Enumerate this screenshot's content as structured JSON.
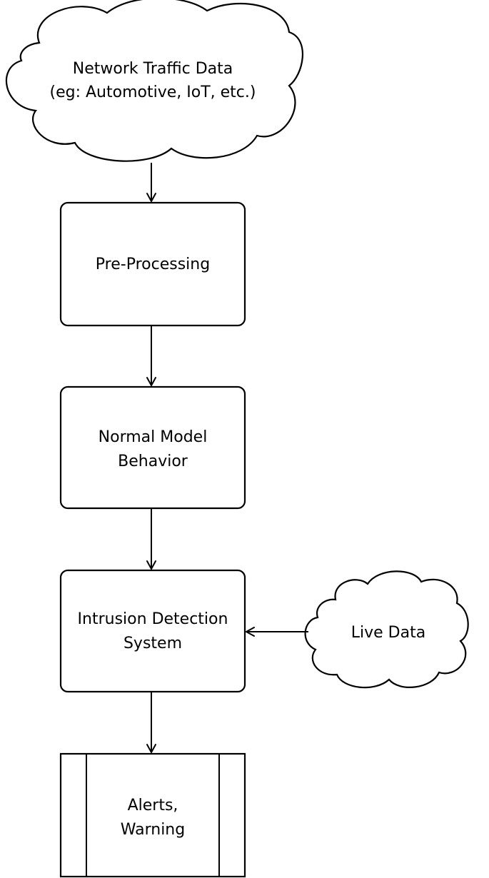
{
  "nodes": {
    "source_cloud": {
      "lines": [
        "Network Traffic Data",
        "(eg: Automotive, IoT, etc.)"
      ]
    },
    "preprocessing": {
      "lines": [
        "Pre-Processing"
      ]
    },
    "normal_model": {
      "lines": [
        "Normal Model",
        "Behavior"
      ]
    },
    "ids": {
      "lines": [
        "Intrusion Detection",
        "System"
      ]
    },
    "live_cloud": {
      "lines": [
        "Live Data"
      ]
    },
    "alerts": {
      "lines": [
        "Alerts,",
        "Warning"
      ]
    }
  },
  "edges": [
    {
      "from": "source_cloud",
      "to": "preprocessing"
    },
    {
      "from": "preprocessing",
      "to": "normal_model"
    },
    {
      "from": "normal_model",
      "to": "ids"
    },
    {
      "from": "live_cloud",
      "to": "ids"
    },
    {
      "from": "ids",
      "to": "alerts"
    }
  ]
}
